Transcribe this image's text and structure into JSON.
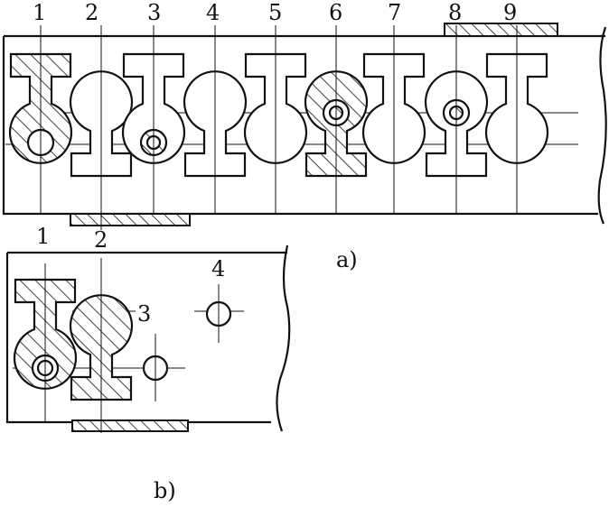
{
  "diagram_a": {
    "label": "a)",
    "position_labels": [
      "1",
      "2",
      "3",
      "4",
      "5",
      "6",
      "7",
      "8",
      "9"
    ]
  },
  "diagram_b": {
    "label": "b)",
    "position_labels": [
      "1",
      "2",
      "3",
      "4"
    ]
  }
}
